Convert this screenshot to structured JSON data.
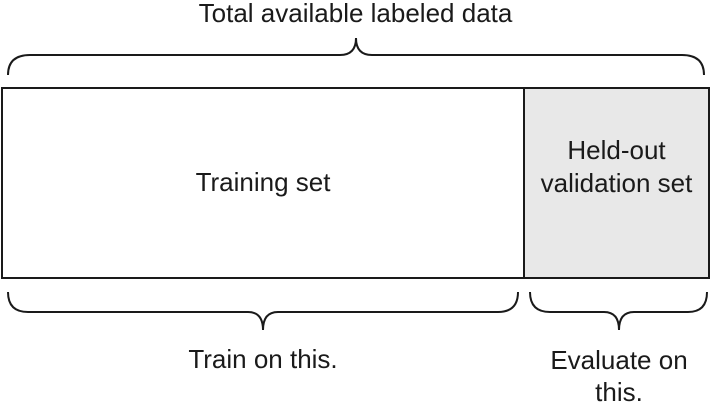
{
  "diagram": {
    "top_label": "Total available labeled data",
    "training_block": {
      "label": "Training set"
    },
    "validation_block": {
      "label": "Held-out validation set",
      "fill": "#e8e8e8"
    },
    "training_caption": "Train on this.",
    "validation_caption": "Evaluate on this.",
    "colors": {
      "stroke": "#1a1a1a",
      "background": "#ffffff"
    }
  }
}
